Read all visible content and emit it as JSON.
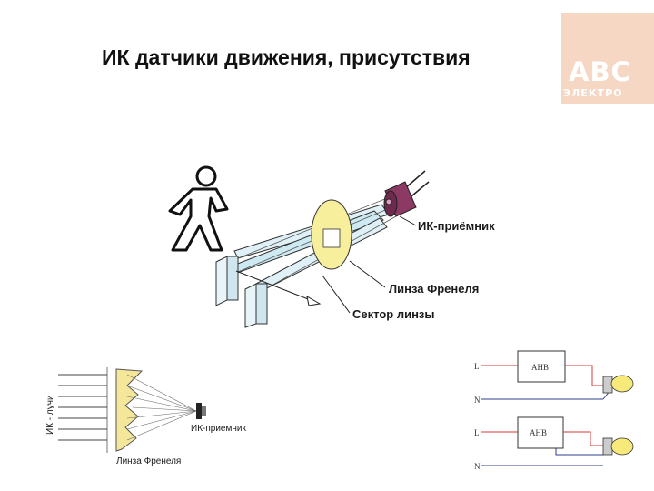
{
  "slide": {
    "title": "ИК датчики движения, присутствия"
  },
  "logo": {
    "text": "ABC",
    "subtext": "ЭЛЕКТРО",
    "color": "#f6d7c3"
  },
  "main_diagram": {
    "label_receiver": "ИК-приёмник",
    "label_lens": "Линза Френеля",
    "label_sector": "Сектор линзы"
  },
  "lens_diagram": {
    "label_rays": "ИК - лучи",
    "label_receiver": "ИК-приемник",
    "label_lens": "Линза Френеля"
  },
  "wiring": {
    "top": {
      "l_label": "L",
      "n_label": "N",
      "box_label": "АНВ"
    },
    "bottom": {
      "l_label": "L",
      "n_label": "N",
      "box_label": "АНВ"
    },
    "wire_color": "#d43a3a"
  }
}
